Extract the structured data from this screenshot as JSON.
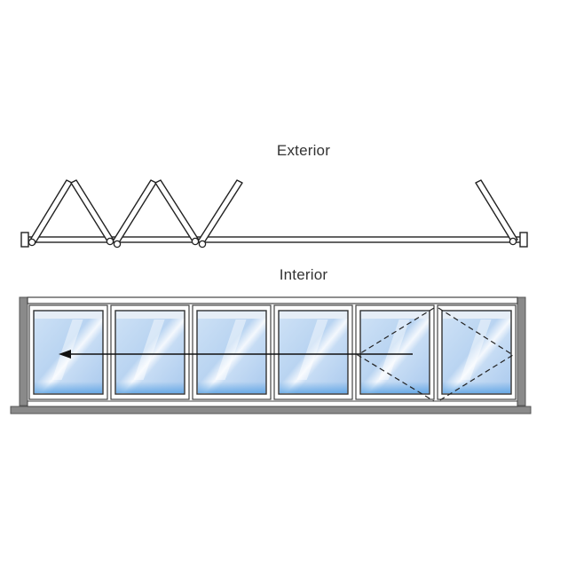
{
  "labels": {
    "exterior": "Exterior",
    "interior": "Interior"
  },
  "colors": {
    "frame": "#777777",
    "frame_dark": "#555555",
    "glass_light": "#e9f2fb",
    "glass_mid": "#bcd6f2",
    "glass_edge": "#5aa2e4",
    "line": "#1a1a1a"
  },
  "panels": {
    "count": 6,
    "swing_panels": [
      5,
      6
    ]
  }
}
